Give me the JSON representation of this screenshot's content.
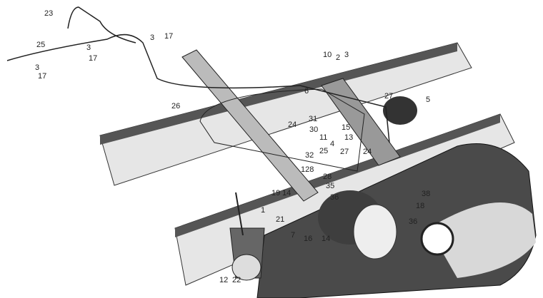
{
  "diagram": {
    "callouts": [
      "23",
      "25",
      "3",
      "17",
      "3",
      "17",
      "3",
      "17",
      "10",
      "2",
      "3",
      "6",
      "27",
      "5",
      "26",
      "31",
      "24",
      "30",
      "11",
      "15",
      "13",
      "4",
      "32",
      "25",
      "27",
      "24",
      "128",
      "28",
      "35",
      "36",
      "38",
      "18",
      "36",
      "19",
      "14",
      "1",
      "21",
      "7",
      "16",
      "14",
      "12",
      "22"
    ]
  },
  "colors": {
    "ink": "#222222",
    "frame": "#d9d9d9",
    "dark": "#3a3a3a",
    "paper": "#ffffff"
  }
}
